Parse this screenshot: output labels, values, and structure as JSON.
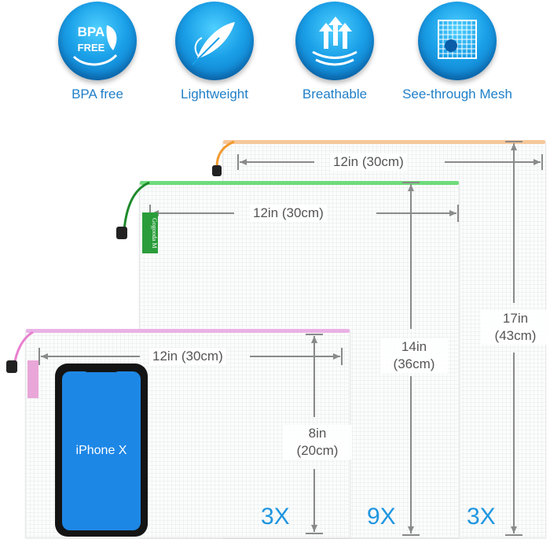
{
  "features": [
    {
      "label": "BPA free",
      "icon": "bpa-free-leaf-icon",
      "badge_line1": "BPA",
      "badge_line2": "FREE"
    },
    {
      "label": "Lightweight",
      "icon": "feather-icon"
    },
    {
      "label": "Breathable",
      "icon": "breathable-arrows-icon"
    },
    {
      "label": "See-through Mesh",
      "icon": "mesh-icon"
    }
  ],
  "bags": {
    "large": {
      "width": "12in (30cm)",
      "height_line1": "17in",
      "height_line2": "(43cm)",
      "count": "3X",
      "zip_color": "#f2b56b"
    },
    "medium": {
      "width": "12in (30cm)",
      "height_line1": "14in",
      "height_line2": "(36cm)",
      "count": "9X",
      "zip_color": "#5fd16a",
      "tag_text": "Gogooda",
      "tag_sub": "M"
    },
    "small": {
      "width": "12in (30cm)",
      "height_line1": "8in",
      "height_line2": "(20cm)",
      "count": "3X",
      "zip_color": "#e6a0dc"
    }
  },
  "phone": {
    "label": "iPhone X"
  },
  "colors": {
    "accent": "#1f7fc8",
    "count": "#1e96e0",
    "dimension": "#888888"
  }
}
